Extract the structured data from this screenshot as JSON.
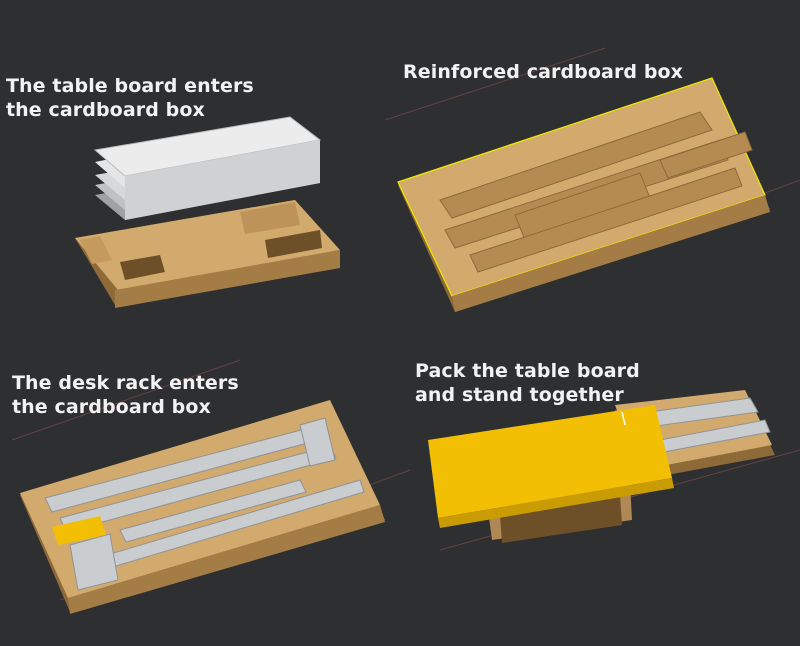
{
  "captions": {
    "step1": {
      "line1": "The table board enters",
      "line2": "the cardboard box"
    },
    "step2": {
      "line1": "Reinforced cardboard box"
    },
    "step3": {
      "line1": "The desk rack enters",
      "line2": "the cardboard box"
    },
    "step4": {
      "line1": "Pack the table board",
      "line2": "and stand together"
    }
  },
  "colors": {
    "background": "#2e2f31",
    "cardboard": "#d2aa6e",
    "cardboard_shadow": "#8e6a39",
    "table_board": "#f2bf05",
    "metal": "#c9cdd0",
    "highlight": "#f2e800"
  }
}
